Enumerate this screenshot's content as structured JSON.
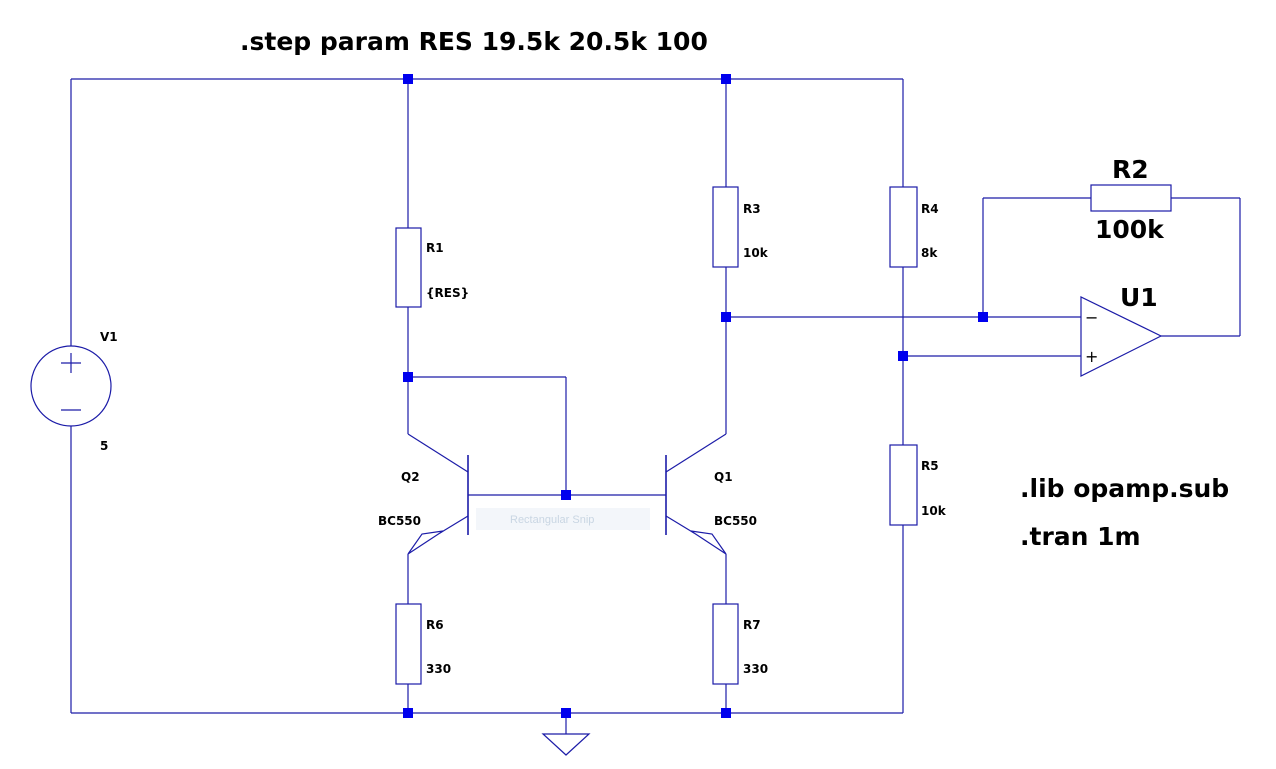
{
  "directives": {
    "step": ".step param RES 19.5k 20.5k 100",
    "lib": ".lib opamp.sub",
    "tran": ".tran 1m"
  },
  "components": {
    "V1": {
      "name": "V1",
      "value": "5"
    },
    "R1": {
      "name": "R1",
      "value": "{RES}"
    },
    "R2": {
      "name": "R2",
      "value": "100k"
    },
    "R3": {
      "name": "R3",
      "value": "10k"
    },
    "R4": {
      "name": "R4",
      "value": "8k"
    },
    "R5": {
      "name": "R5",
      "value": "10k"
    },
    "R6": {
      "name": "R6",
      "value": "330"
    },
    "R7": {
      "name": "R7",
      "value": "330"
    },
    "Q1": {
      "name": "Q1",
      "model": "BC550"
    },
    "Q2": {
      "name": "Q2",
      "model": "BC550"
    },
    "U1": {
      "name": "U1"
    }
  },
  "opamp_pins": {
    "minus": "−",
    "plus": "+"
  },
  "overlay": {
    "snip_label": "Rectangular Snip"
  },
  "colors": {
    "wire": "#1c1ca8",
    "node": "#0000ee",
    "text": "#000000"
  }
}
